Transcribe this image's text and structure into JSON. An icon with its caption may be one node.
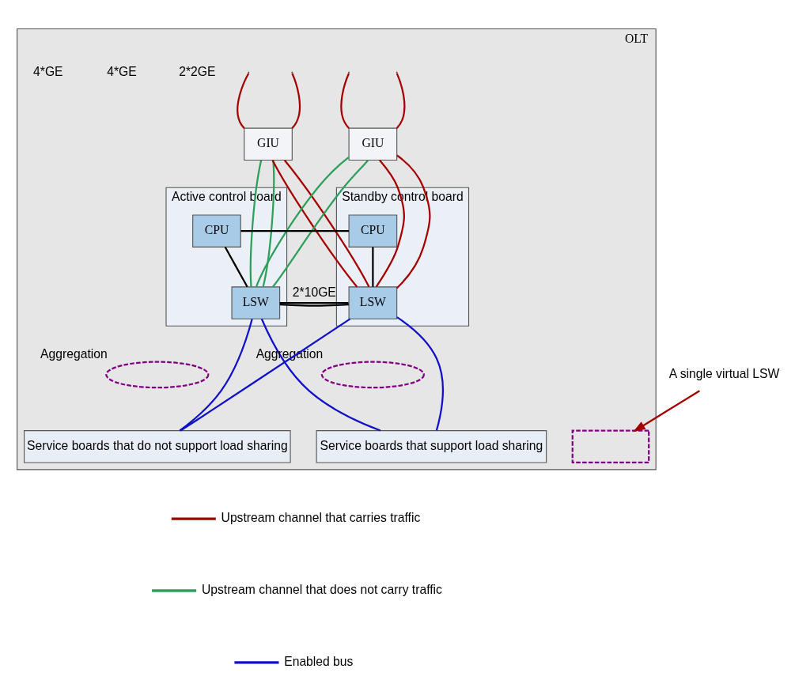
{
  "diagram": {
    "nodes": [
      {
        "text": [
          "OLT"
        ]
      },
      {
        "text": [
          "GIU"
        ],
        "in": 0
      },
      {
        "text": [
          "GIU"
        ],
        "in": 0
      },
      {
        "text": [
          "Active control board"
        ],
        "in": 0
      },
      {
        "text": [
          "CPU"
        ],
        "in": 3
      },
      {
        "text": [
          "LSW"
        ],
        "in": 3
      },
      {
        "text": [
          "Standby control board"
        ],
        "in": 0
      },
      {
        "text": [
          "CPU"
        ],
        "in": 6
      },
      {
        "text": [
          "LSW"
        ],
        "in": 6
      },
      {
        "text": [],
        "shape": "box",
        "in": 0
      },
      {
        "text": [
          "A single virtual LSW"
        ]
      },
      {
        "text": [],
        "shape": "ellipse",
        "in": 0,
        "beside": [
          "Aggregation"
        ]
      },
      {
        "text": [],
        "shape": "ellipse",
        "in": 0,
        "beside": [
          "Aggregation"
        ]
      },
      {
        "text": [
          "Service boards that do not support load sharing"
        ],
        "in": 0
      },
      {
        "text": [
          "Service boards that support load sharing"
        ],
        "in": 0
      }
    ],
    "edges": [
      {
        "from": null,
        "to": 1,
        "arrow": "none",
        "color": "#a50000"
      },
      {
        "from": null,
        "to": 1,
        "arrow": "none",
        "color": "#a50000"
      },
      {
        "from": null,
        "to": 2,
        "arrow": "none",
        "color": "#a50000"
      },
      {
        "from": null,
        "to": 2,
        "arrow": "none",
        "color": "#a50000"
      },
      {
        "from": 1,
        "to": 5,
        "arrow": "none",
        "color": "#2e9e5b"
      },
      {
        "from": 1,
        "to": 5,
        "arrow": "none",
        "color": "#2e9e5b"
      },
      {
        "from": 2,
        "to": 5,
        "arrow": "none",
        "color": "#2e9e5b"
      },
      {
        "from": 2,
        "to": 5,
        "arrow": "none",
        "color": "#2e9e5b"
      },
      {
        "from": 1,
        "to": 8,
        "arrow": "none",
        "color": "#a50000"
      },
      {
        "from": 1,
        "to": 8,
        "arrow": "none",
        "color": "#a50000"
      },
      {
        "from": 2,
        "to": 8,
        "arrow": "none",
        "color": "#a50000"
      },
      {
        "from": 2,
        "to": 8,
        "arrow": "none",
        "color": "#a50000"
      },
      {
        "from": 4,
        "to": 7,
        "arrow": "none",
        "color": "#000000"
      },
      {
        "from": 4,
        "to": 5,
        "arrow": "none",
        "color": "#000000"
      },
      {
        "from": 7,
        "to": 8,
        "arrow": "none",
        "color": "#000000"
      },
      {
        "from": 5,
        "to": 8,
        "arrow": "none",
        "label": "2*10GE",
        "color": "#000000"
      },
      {
        "from": 5,
        "to": 8,
        "arrow": "none",
        "color": "#000000"
      },
      {
        "from": 5,
        "to": 13,
        "arrow": "none",
        "color": "#1010c8"
      },
      {
        "from": 5,
        "to": 14,
        "arrow": "none",
        "color": "#1010c8"
      },
      {
        "from": 8,
        "to": 13,
        "arrow": "none",
        "color": "#1010c8"
      },
      {
        "from": 8,
        "to": 14,
        "arrow": "none",
        "color": "#1010c8"
      },
      {
        "from": 10,
        "to": 9,
        "arrow": "to",
        "color": "#a50000"
      }
    ],
    "labels": [
      "2*2GE",
      "4*GE",
      "4*GE"
    ],
    "legend": [
      {
        "text": "Upstream channel that carries traffic"
      },
      {
        "text": "Upstream channel that does not carry traffic"
      },
      {
        "text": "Enabled bus"
      }
    ]
  }
}
